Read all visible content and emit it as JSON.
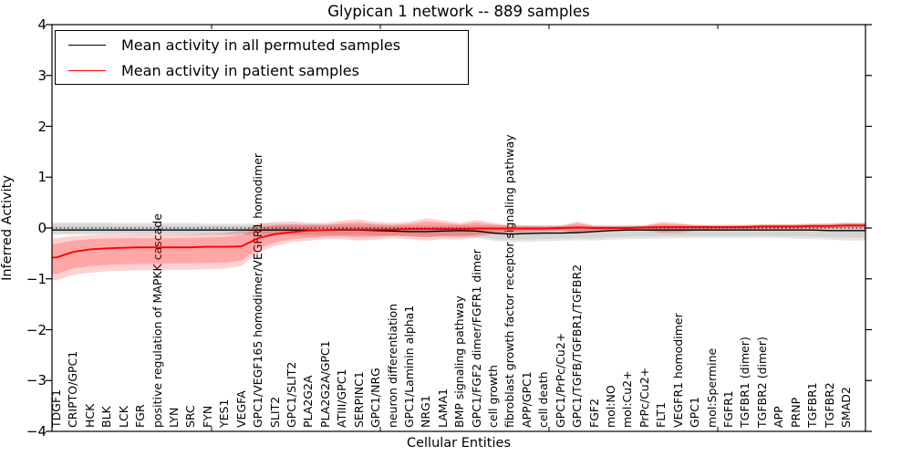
{
  "title": "Glypican 1 network -- 889 samples",
  "legend": {
    "items": [
      {
        "label": "Mean activity in all permuted samples",
        "color": "#000000"
      },
      {
        "label": "Mean activity in patient samples",
        "color": "#ff0000"
      }
    ]
  },
  "chart_data": {
    "type": "line",
    "title": "Glypican 1 network -- 889 samples",
    "xlabel": "Cellular Entities",
    "ylabel": "Inferred Activity",
    "ylim": [
      -4,
      4
    ],
    "ytick_labels": [
      "4",
      "3",
      "2",
      "1",
      "0",
      "−1",
      "−2",
      "−3",
      "−4"
    ],
    "ytick_values": [
      4,
      3,
      2,
      1,
      0,
      -1,
      -2,
      -3,
      -4
    ],
    "grid": false,
    "zero_line_style": "dotted",
    "legend_position": "upper left",
    "categories": [
      "TDGF1",
      "CRIPTO/GPC1",
      "HCK",
      "BLK",
      "LCK",
      "FGR",
      "positive regulation of MAPKK cascade",
      "LYN",
      "SRC",
      "FYN",
      "YES1",
      "VEGFA",
      "GPC1/VEGF165 homodimer/VEGFR1 homodimer",
      "SLIT2",
      "GPC1/SLIT2",
      "PLA2G2A",
      "PLA2G2A/GPC1",
      "ATIII/GPC1",
      "SERPINC1",
      "GPC1/NRG",
      "neuron differentiation",
      "GPC1/Laminin alpha1",
      "NRG1",
      "LAMA1",
      "BMP signaling pathway",
      "GPC1/FGF2 dimer/FGFR1 dimer",
      "cell growth",
      "fibroblast growth factor receptor signaling pathway",
      "APP/GPC1",
      "cell death",
      "GPC1/PrPc/Cu2+",
      "GPC1/TGFB/TGFBR1/TGFBR2",
      "FGF2",
      "mol:NO",
      "mol:Cu2+",
      "PrPc/Cu2+",
      "FLT1",
      "VEGFR1 homodimer",
      "GPC1",
      "mol:Spermine",
      "FGFR1",
      "TGFBR1 (dimer)",
      "TGFBR2 (dimer)",
      "APP",
      "PRNP",
      "TGFBR1",
      "TGFBR2",
      "SMAD2"
    ],
    "series": [
      {
        "name": "Mean activity in all permuted samples",
        "color": "#000000",
        "values": [
          -0.04,
          -0.04,
          -0.04,
          -0.04,
          -0.04,
          -0.04,
          -0.04,
          -0.04,
          -0.04,
          -0.04,
          -0.04,
          -0.04,
          -0.04,
          -0.04,
          -0.04,
          -0.04,
          -0.04,
          -0.04,
          -0.04,
          -0.05,
          -0.06,
          -0.07,
          -0.07,
          -0.06,
          -0.05,
          -0.06,
          -0.1,
          -0.12,
          -0.11,
          -0.1,
          -0.1,
          -0.09,
          -0.07,
          -0.05,
          -0.04,
          -0.04,
          -0.04,
          -0.04,
          -0.04,
          -0.04,
          -0.04,
          -0.04,
          -0.04,
          -0.04,
          -0.04,
          -0.04,
          -0.05,
          -0.05
        ]
      },
      {
        "name": "Mean activity in patient samples",
        "color": "#ff0000",
        "values": [
          -0.58,
          -0.47,
          -0.42,
          -0.4,
          -0.39,
          -0.38,
          -0.38,
          -0.38,
          -0.38,
          -0.37,
          -0.37,
          -0.36,
          -0.2,
          -0.12,
          -0.08,
          -0.05,
          -0.04,
          -0.03,
          -0.03,
          -0.03,
          -0.03,
          -0.02,
          -0.02,
          -0.02,
          -0.02,
          -0.01,
          -0.01,
          -0.01,
          -0.01,
          -0.01,
          0.0,
          0.01,
          0.0,
          0.0,
          0.0,
          0.01,
          0.02,
          0.02,
          0.02,
          0.02,
          0.02,
          0.02,
          0.03,
          0.03,
          0.03,
          0.04,
          0.04,
          0.05
        ]
      }
    ],
    "bands": [
      {
        "name": "permuted samples activity range",
        "series": "Mean activity in all permuted samples",
        "color": "rgba(0,0,0,0.10)",
        "inner_color": "rgba(0,0,0,0.07)",
        "high": [
          0.11,
          0.11,
          0.11,
          0.11,
          0.1,
          0.1,
          0.1,
          0.1,
          0.1,
          0.09,
          0.09,
          0.09,
          0.09,
          0.08,
          0.08,
          0.08,
          0.07,
          0.07,
          0.07,
          0.07,
          0.06,
          0.06,
          0.06,
          0.06,
          0.06,
          0.06,
          0.05,
          0.05,
          0.05,
          0.05,
          0.05,
          0.05,
          0.05,
          0.06,
          0.06,
          0.06,
          0.06,
          0.06,
          0.07,
          0.07,
          0.07,
          0.07,
          0.07,
          0.08,
          0.08,
          0.09,
          0.1,
          0.11
        ],
        "low": [
          -0.13,
          -0.13,
          -0.13,
          -0.13,
          -0.13,
          -0.14,
          -0.14,
          -0.14,
          -0.14,
          -0.14,
          -0.14,
          -0.14,
          -0.14,
          -0.14,
          -0.15,
          -0.15,
          -0.15,
          -0.15,
          -0.15,
          -0.16,
          -0.16,
          -0.17,
          -0.18,
          -0.17,
          -0.17,
          -0.2,
          -0.25,
          -0.28,
          -0.27,
          -0.26,
          -0.25,
          -0.24,
          -0.25,
          -0.23,
          -0.22,
          -0.21,
          -0.21,
          -0.2,
          -0.2,
          -0.2,
          -0.2,
          -0.2,
          -0.2,
          -0.2,
          -0.21,
          -0.22,
          -0.23,
          -0.25
        ]
      },
      {
        "name": "patient samples activity range",
        "series": "Mean activity in patient samples",
        "color": "rgba(255,0,0,0.18)",
        "inner_color": "rgba(255,0,0,0.20)",
        "high": [
          -0.2,
          -0.16,
          -0.14,
          -0.13,
          -0.13,
          -0.13,
          -0.13,
          -0.13,
          -0.12,
          -0.11,
          -0.1,
          -0.05,
          0.08,
          0.12,
          0.13,
          0.1,
          0.1,
          0.15,
          0.17,
          0.12,
          0.1,
          0.12,
          0.19,
          0.15,
          0.1,
          0.16,
          0.1,
          0.06,
          0.05,
          0.05,
          0.05,
          0.13,
          0.05,
          0.04,
          0.04,
          0.05,
          0.12,
          0.1,
          0.06,
          0.05,
          0.05,
          0.06,
          0.07,
          0.07,
          0.07,
          0.08,
          0.08,
          0.1
        ],
        "low": [
          -1.03,
          -0.92,
          -0.88,
          -0.85,
          -0.84,
          -0.83,
          -0.83,
          -0.82,
          -0.82,
          -0.81,
          -0.8,
          -0.75,
          -0.48,
          -0.35,
          -0.28,
          -0.25,
          -0.22,
          -0.22,
          -0.25,
          -0.23,
          -0.2,
          -0.22,
          -0.25,
          -0.22,
          -0.23,
          -0.18,
          -0.12,
          -0.1,
          -0.08,
          -0.07,
          -0.06,
          -0.1,
          -0.06,
          -0.05,
          -0.05,
          -0.05,
          -0.1,
          -0.1,
          -0.06,
          -0.04,
          -0.03,
          -0.03,
          -0.02,
          -0.02,
          -0.02,
          -0.01,
          -0.01,
          0.0
        ]
      }
    ],
    "inner_band_ratio": 0.72
  }
}
